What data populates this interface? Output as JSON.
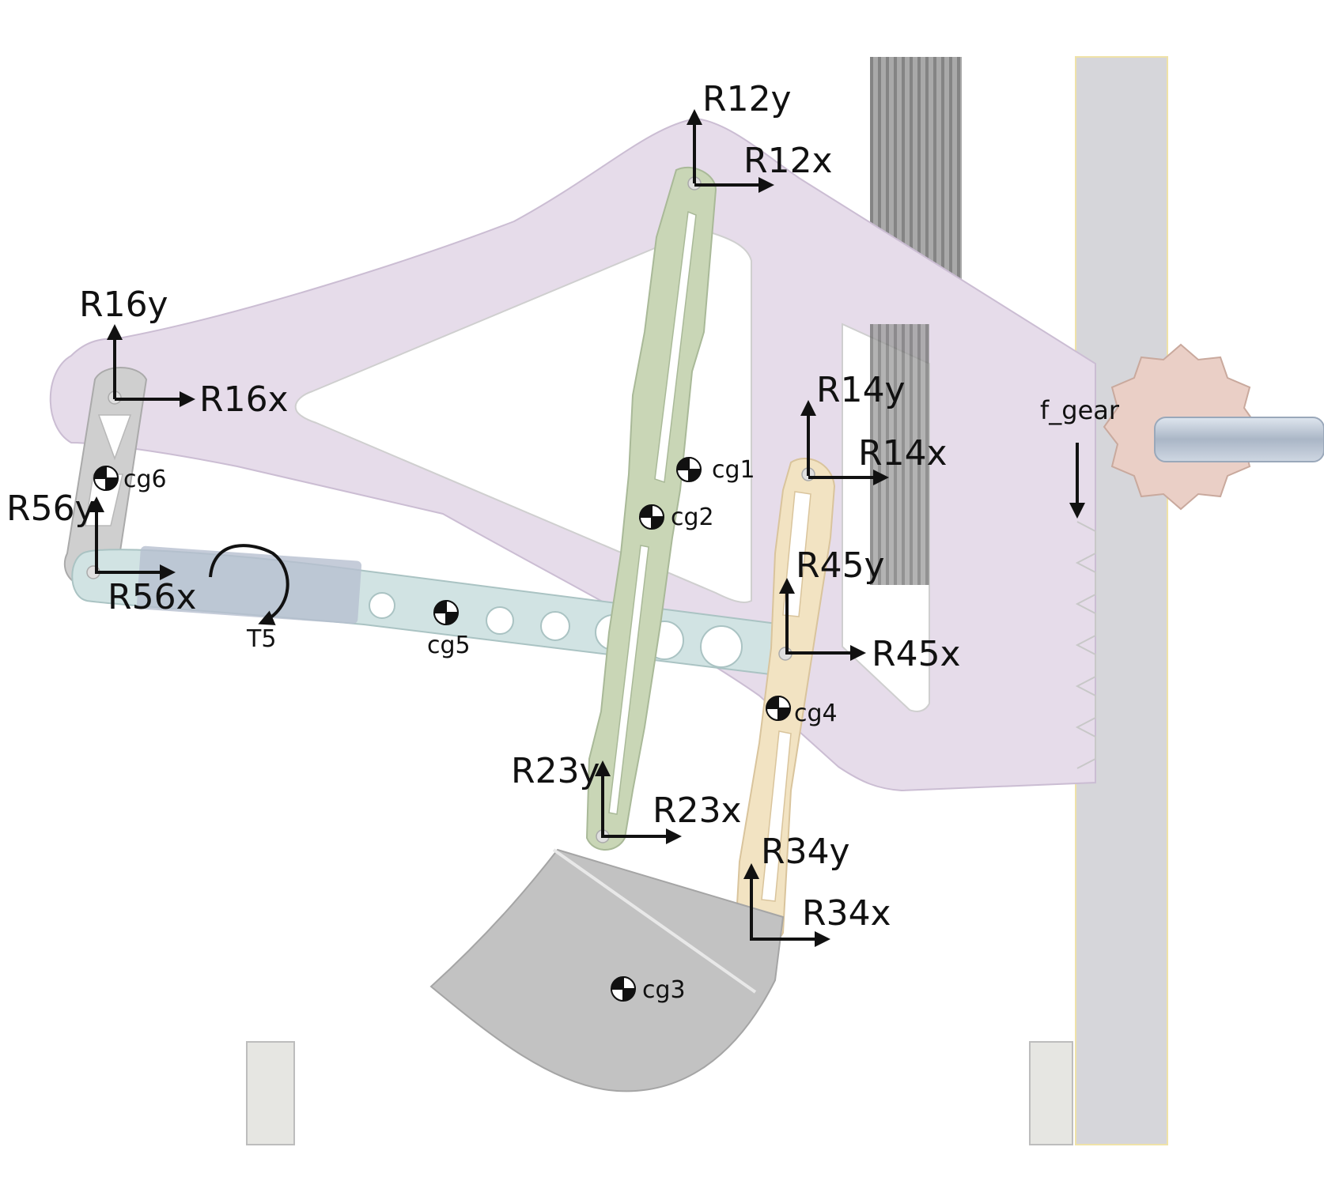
{
  "colors": {
    "frame_link": "#e6dcea",
    "link2": "#c9d6b6",
    "link4": "#f2e3c2",
    "link5": "#d1e3e3",
    "link6": "#cfcfcf",
    "bucket": "#c2c2c2",
    "rack": "#d0d0d4",
    "gear": "#eacfc6",
    "shaft": "#b9c4d2",
    "screw": "#8a8a8a",
    "arrow": "#111111"
  },
  "forces": {
    "R12y": "R12y",
    "R12x": "R12x",
    "R16y": "R16y",
    "R16x": "R16x",
    "R14y": "R14y",
    "R14x": "R14x",
    "R45y": "R45y",
    "R45x": "R45x",
    "R56y": "R56y",
    "R56x": "R56x",
    "R23y": "R23y",
    "R23x": "R23x",
    "R34y": "R34y",
    "R34x": "R34x",
    "f_gear": "f_gear",
    "T5": "T5"
  },
  "centers_of_gravity": {
    "cg1": "cg1",
    "cg2": "cg2",
    "cg3": "cg3",
    "cg4": "cg4",
    "cg5": "cg5",
    "cg6": "cg6"
  },
  "icons": [
    "force-arrow-icon",
    "moment-arrow-icon",
    "center-of-gravity-icon",
    "gear-icon"
  ]
}
